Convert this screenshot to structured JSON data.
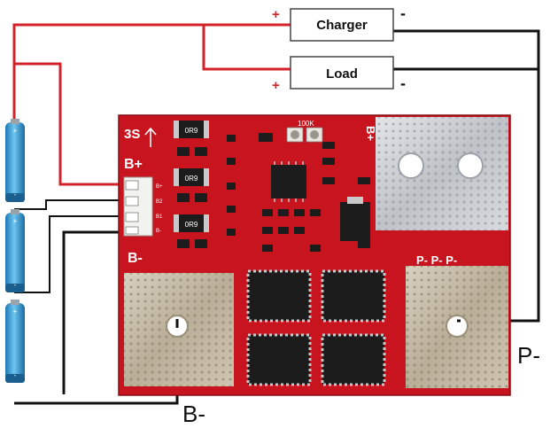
{
  "boxes": {
    "charger": "Charger",
    "load": "Load"
  },
  "terminals": {
    "charger_plus": "+",
    "charger_minus": "-",
    "load_plus": "+",
    "load_minus": "-",
    "p_minus": "P-",
    "b_minus": "B-"
  },
  "board": {
    "series_label": "3S",
    "b_plus": "B+",
    "b_minus": "B-",
    "pad_b_plus": "B+",
    "pad_p_minus": "P- P- P-",
    "trimmer": "100K",
    "resistors": [
      "0R9",
      "0R9",
      "0R9"
    ],
    "connector_pins": [
      "B+",
      "B2",
      "B1",
      "B-"
    ]
  },
  "colors": {
    "wire_red": "#d4222a",
    "wire_black": "#111111",
    "pcb_red": "#c8141e",
    "pcb_dark": "#a50f18",
    "pad_silver": "#cfd2d6",
    "pad_tan": "#c9c0ad",
    "cell_blue": "#3aa0d8",
    "chip_black": "#1c1c1c"
  }
}
